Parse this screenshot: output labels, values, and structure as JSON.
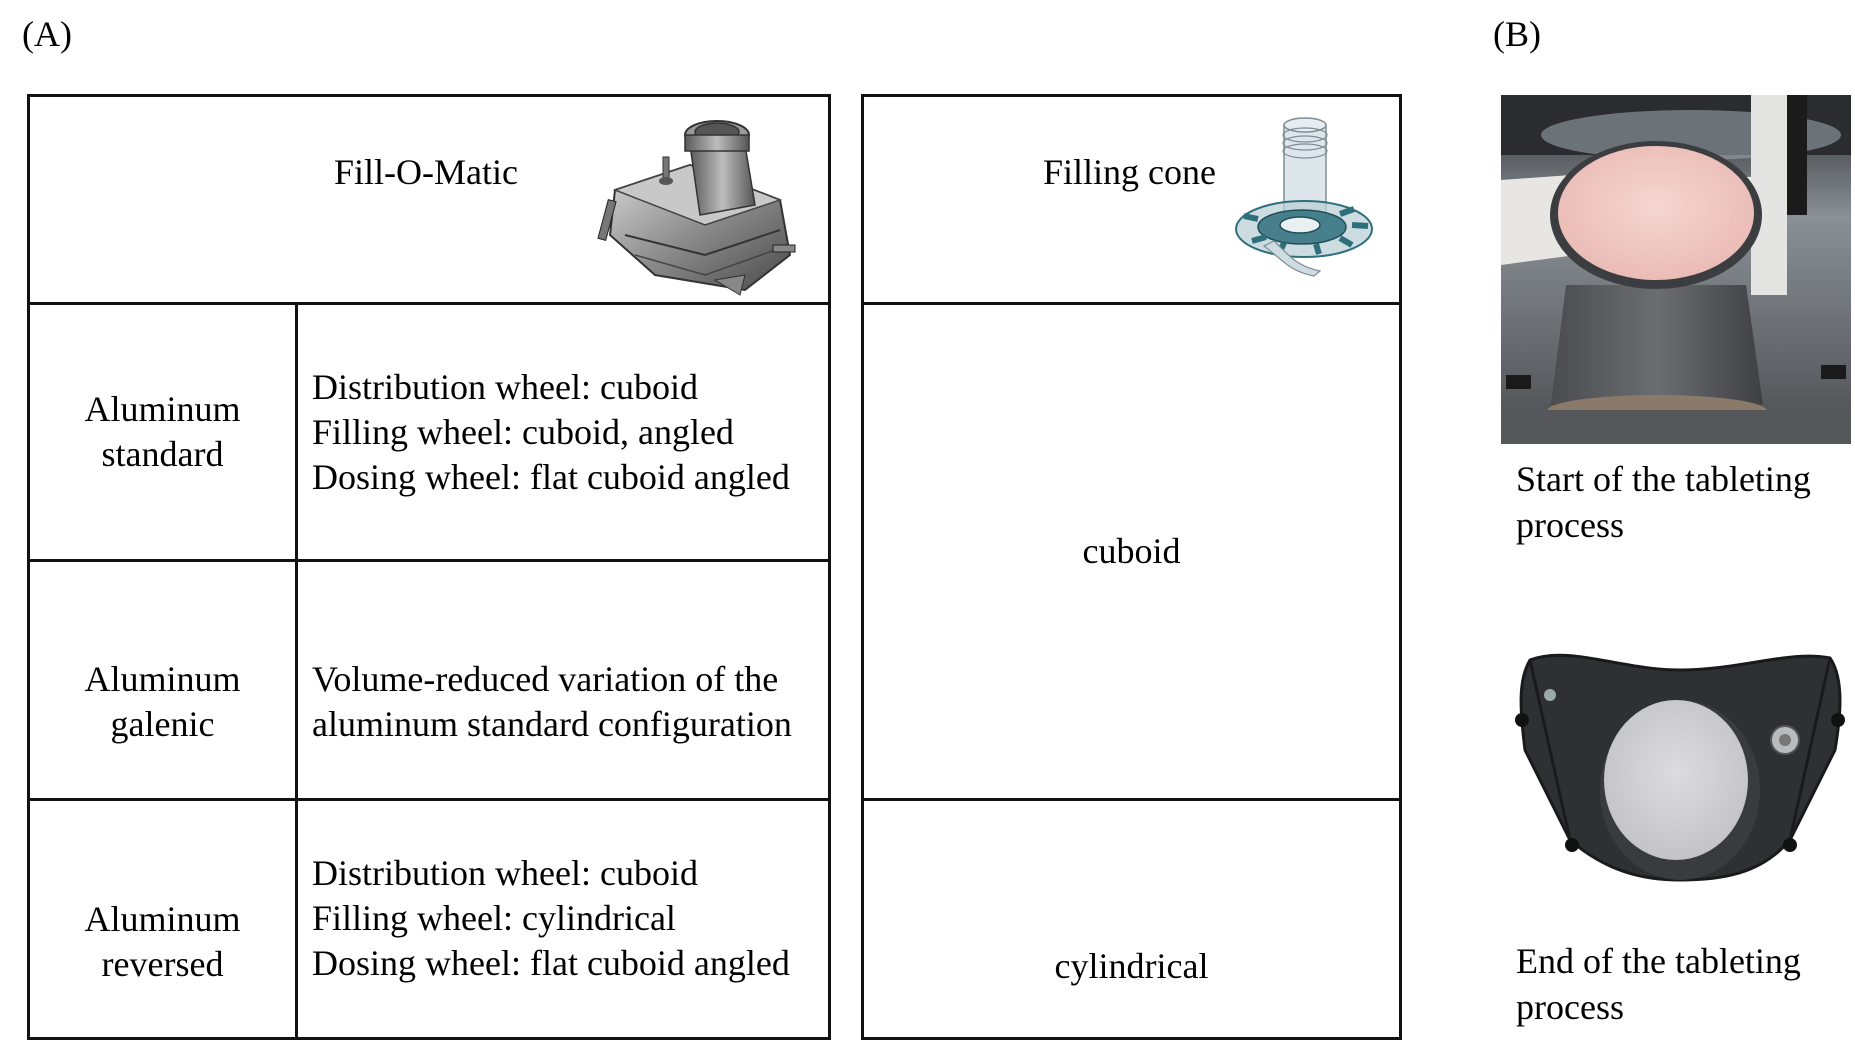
{
  "panels": {
    "a_label": "(A)",
    "b_label": "(B)"
  },
  "fill_o_matic": {
    "header": "Fill-O-Matic",
    "illustration_icon": "fill-o-matic-3d-render",
    "rows": [
      {
        "name_lines": [
          "Aluminum",
          "standard"
        ],
        "description_lines": [
          "Distribution wheel: cuboid",
          "Filling wheel: cuboid, angled",
          "Dosing wheel: flat cuboid angled"
        ]
      },
      {
        "name_lines": [
          "Aluminum",
          "galenic"
        ],
        "description_lines": [
          "Volume-reduced variation of the",
          "aluminum standard configuration"
        ]
      },
      {
        "name_lines": [
          "Aluminum",
          "reversed"
        ],
        "description_lines": [
          "Distribution wheel: cuboid",
          "Filling wheel: cylindrical",
          "Dosing wheel: flat cuboid angled"
        ]
      }
    ]
  },
  "filling_cone": {
    "header": "Filling cone",
    "illustration_icon": "filling-cone-3d-render",
    "values": [
      "cuboid",
      "cylindrical"
    ]
  },
  "photos": [
    {
      "caption_lines": [
        "Start of the tableting",
        "process"
      ],
      "icon": "photo-start-pink-powder"
    },
    {
      "caption_lines": [
        "End of the tableting",
        "process"
      ],
      "icon": "photo-end-white-powder"
    }
  ],
  "colors": {
    "border": "#111111",
    "pink_powder": "#f2c9c4",
    "teal_render": "#2f6f7c"
  }
}
